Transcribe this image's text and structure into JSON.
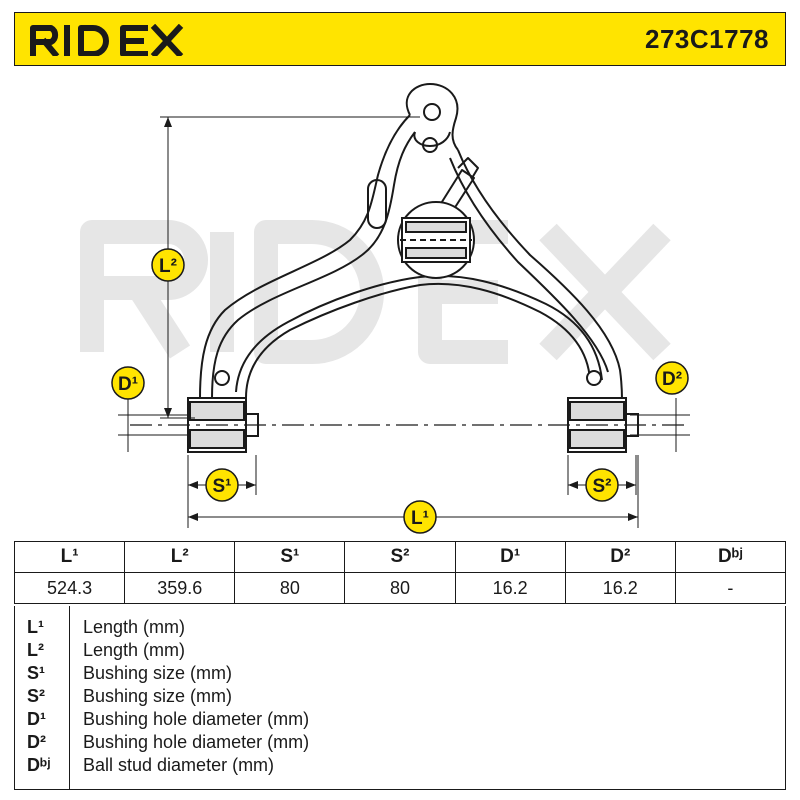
{
  "brand": {
    "name": "RIDEX",
    "accent": "#ffe400",
    "ink": "#1a1a1a",
    "watermark": "#e6e6e6"
  },
  "header": {
    "part_number": "273C1778"
  },
  "diagram": {
    "labels": {
      "L1": "L¹",
      "L2": "L²",
      "S1": "S¹",
      "S2": "S²",
      "D1": "D¹",
      "D2": "D²"
    }
  },
  "table": {
    "headers": [
      "L¹",
      "L²",
      "S¹",
      "S²",
      "D¹",
      "D²",
      "Dᵇʲ"
    ],
    "values": [
      "524.3",
      "359.6",
      "80",
      "80",
      "16.2",
      "16.2",
      "-"
    ]
  },
  "legend": [
    {
      "symbol": "L¹",
      "description": "Length (mm)"
    },
    {
      "symbol": "L²",
      "description": "Length (mm)"
    },
    {
      "symbol": "S¹",
      "description": "Bushing size (mm)"
    },
    {
      "symbol": "S²",
      "description": "Bushing size (mm)"
    },
    {
      "symbol": "D¹",
      "description": "Bushing hole diameter (mm)"
    },
    {
      "symbol": "D²",
      "description": "Bushing hole diameter (mm)"
    },
    {
      "symbol": "Dᵇʲ",
      "description": "Ball stud diameter (mm)"
    }
  ]
}
